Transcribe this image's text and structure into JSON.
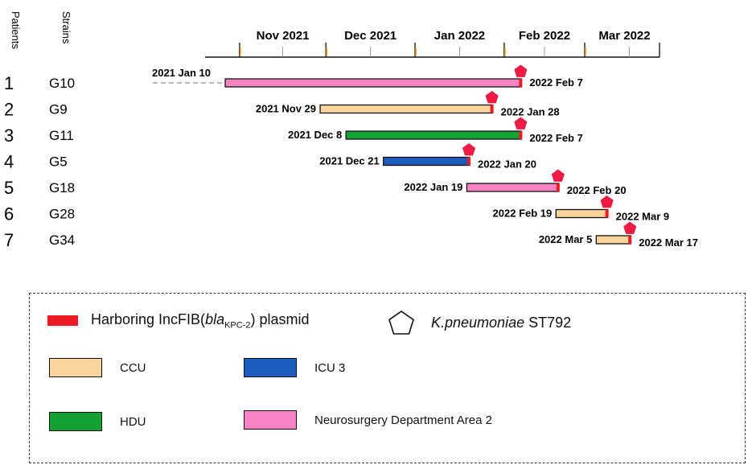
{
  "header": {
    "patients_label": "Patients",
    "strains_label": "Strains"
  },
  "colors": {
    "CCU": "#fbd49c",
    "ICU 3": "#1c5cbf",
    "HDU": "#14a032",
    "Neurosurgery Department Area 2": "#f883c2",
    "plasmid": "#ee1b24",
    "st792": "#ee1b45"
  },
  "chart_data": {
    "type": "timeline",
    "x_axis": {
      "range": [
        "2021-10-20",
        "2022-03-27"
      ],
      "months": [
        {
          "label": "Nov 2021",
          "start": "2021-11-01",
          "end": "2021-12-01"
        },
        {
          "label": "Dec 2021",
          "start": "2021-12-01",
          "end": "2022-01-01"
        },
        {
          "label": "Jan 2022",
          "start": "2022-01-01",
          "end": "2022-02-01"
        },
        {
          "label": "Feb 2022",
          "start": "2022-02-01",
          "end": "2022-03-01"
        },
        {
          "label": "Mar 2022",
          "start": "2022-03-01",
          "end": "2022-04-01"
        }
      ]
    },
    "patients": [
      {
        "patient": "1",
        "strain": "G10",
        "start": "2021-10-27",
        "end": "2022-02-07",
        "start_label": "2021 Jan 10",
        "end_label": "2022 Feb 7",
        "ward": "Neurosurgery Department Area 2",
        "dashed_before": true
      },
      {
        "patient": "2",
        "strain": "G9",
        "start": "2021-11-29",
        "end": "2022-01-28",
        "start_label": "2021 Nov 29",
        "end_label": "2022 Jan 28",
        "ward": "CCU"
      },
      {
        "patient": "3",
        "strain": "G11",
        "start": "2021-12-08",
        "end": "2022-02-07",
        "start_label": "2021 Dec 8",
        "end_label": "2022 Feb 7",
        "ward": "HDU"
      },
      {
        "patient": "4",
        "strain": "G5",
        "start": "2021-12-21",
        "end": "2022-01-20",
        "start_label": "2021 Dec 21",
        "end_label": "2022 Jan 20",
        "ward": "ICU 3"
      },
      {
        "patient": "5",
        "strain": "G18",
        "start": "2022-01-19",
        "end": "2022-02-20",
        "start_label": "2022 Jan 19",
        "end_label": "2022 Feb 20",
        "ward": "Neurosurgery Department Area 2"
      },
      {
        "patient": "6",
        "strain": "G28",
        "start": "2022-02-19",
        "end": "2022-03-09",
        "start_label": "2022 Feb 19",
        "end_label": "2022 Mar 9",
        "ward": "CCU"
      },
      {
        "patient": "7",
        "strain": "G34",
        "start": "2022-03-05",
        "end": "2022-03-17",
        "start_label": "2022 Mar 5",
        "end_label": "2022 Mar 17",
        "ward": "CCU"
      }
    ]
  },
  "legend": {
    "plasmid_label": "Harboring IncFIB(",
    "plasmid_gene": "bla",
    "plasmid_sub": "KPC-2",
    "plasmid_suffix": ") plasmid",
    "st_species": "K.pneumoniae",
    "st_type": " ST792",
    "wards": [
      {
        "label": "CCU",
        "ward": "CCU"
      },
      {
        "label": "ICU 3",
        "ward": "ICU 3"
      },
      {
        "label": "HDU",
        "ward": "HDU"
      },
      {
        "label": "Neurosurgery Department Area 2",
        "ward": "Neurosurgery Department Area 2"
      }
    ]
  }
}
